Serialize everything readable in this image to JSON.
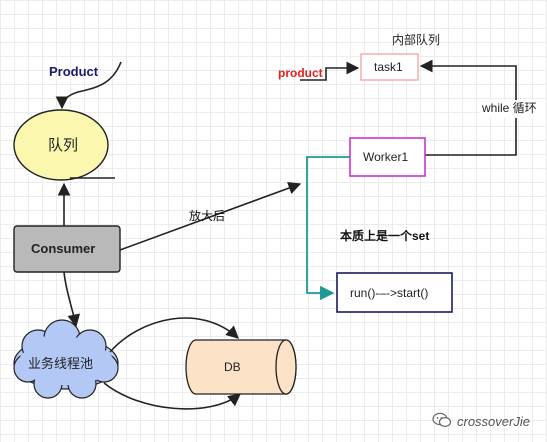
{
  "labels": {
    "product_top": "Product",
    "queue": "队列",
    "consumer": "Consumer",
    "thread_pool": "业务线程池",
    "db": "DB",
    "enlarge_after": "放大后",
    "internal_queue": "内部队列",
    "product_small": "product",
    "task1": "task1",
    "while_loop": "while 循环",
    "worker1": "Worker1",
    "essence_set": "本质上是一个set",
    "run_start": "run()-–->start()"
  },
  "watermark": {
    "icon": "wechat-icon",
    "text": "crossoverJie"
  },
  "colors": {
    "queue_fill": "#fbf7ae",
    "consumer_fill": "#b9b9b9",
    "cloud_fill": "#b3c8f5",
    "db_fill": "#fce2c6",
    "task_border": "#f0a0a0",
    "worker_border": "#cc33cc",
    "run_border": "#1a1a66",
    "teal_arrow": "#1e9a95",
    "product_top_text": "#1a1a6e",
    "product_small_text": "#dd2222"
  }
}
